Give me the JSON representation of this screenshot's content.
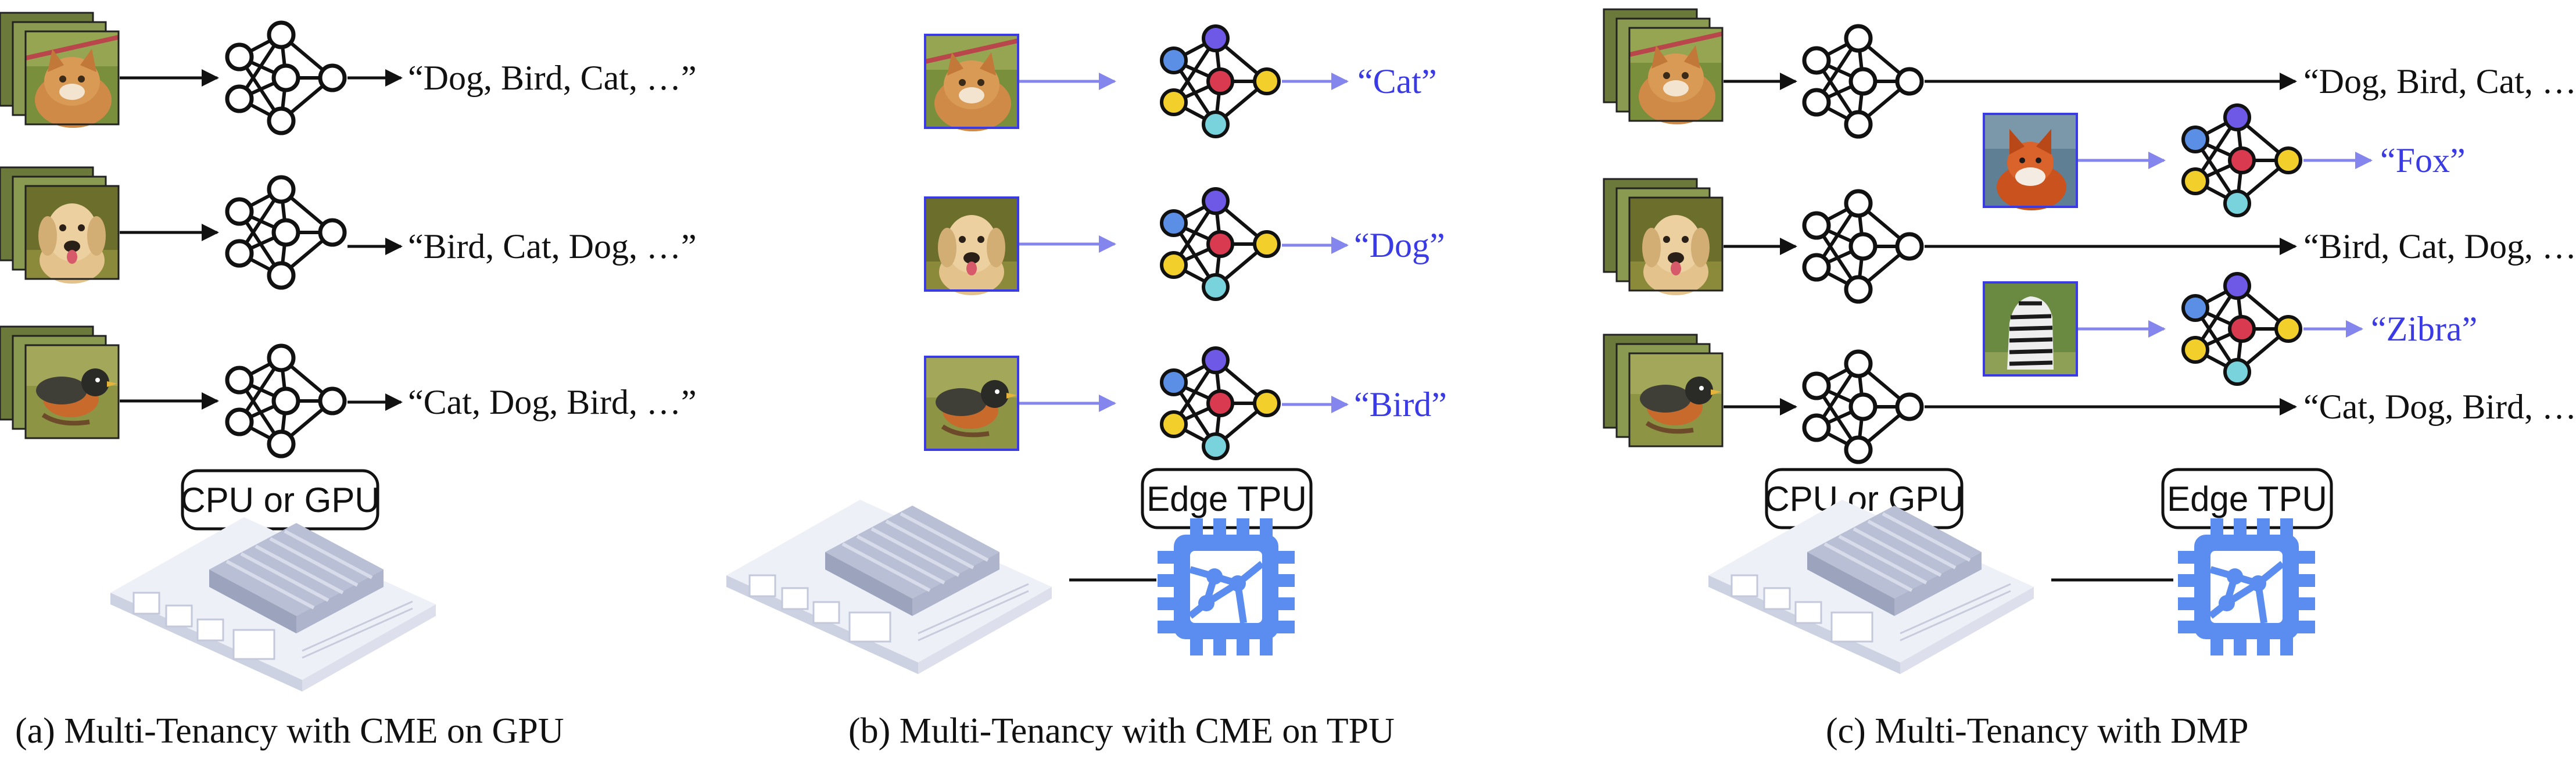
{
  "panels": [
    {
      "caption": "(a) Multi-Tenancy with CME on GPU",
      "device_label": "CPU or GPU",
      "outputs": [
        "“Dog, Bird, Cat, …”",
        "“Bird, Cat, Dog, …”",
        "“Cat, Dog, Bird, …”"
      ]
    },
    {
      "caption": "(b) Multi-Tenancy with CME on TPU",
      "device_label": "Edge TPU",
      "outputs": [
        "“Cat”",
        "“Dog”",
        "“Bird”"
      ]
    },
    {
      "caption": "(c) Multi-Tenancy with DMP",
      "device_labels": [
        "CPU or GPU",
        "Edge TPU"
      ],
      "gpu_outputs": [
        "“Dog, Bird, Cat, …”",
        "“Bird, Cat, Dog, …”",
        "“Cat, Dog, Bird, …”"
      ],
      "tpu_outputs": [
        "“Fox”",
        "“Zibra”"
      ]
    }
  ],
  "image_subjects": [
    "cat",
    "dog",
    "bird",
    "fox",
    "zebra"
  ],
  "icons": [
    "neural-network-icon",
    "board-icon",
    "tpu-chip-icon"
  ],
  "colors": {
    "cme_outputs": "#111111",
    "tpu_outputs": "#3b3be6",
    "tpu_arrows": "#8585ee",
    "tpu_chip": "#5b8df0",
    "node_purple": "#6e58e6",
    "node_red": "#d93a4f",
    "node_blue": "#5b8fe6",
    "node_yellow": "#f2cf2a",
    "node_cyan": "#79d3dc"
  }
}
